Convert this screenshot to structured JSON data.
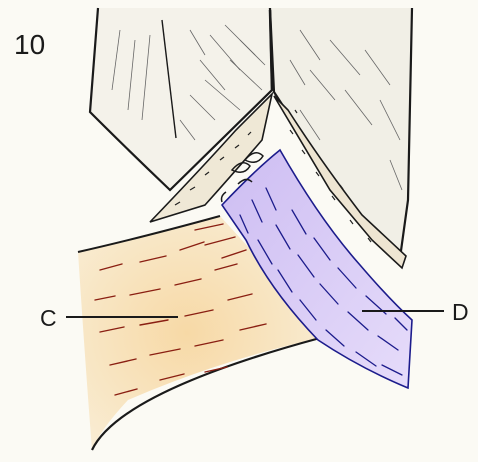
{
  "figure": {
    "number": "10",
    "labels": {
      "c": "C",
      "d": "D"
    }
  },
  "colors": {
    "paper": "#fbfaf4",
    "ink": "#1a1a1a",
    "muscle_fill": "#f6dfb0",
    "muscle_hatch": "#8a1f12",
    "tendon_fill": "#d9cbf4",
    "tendon_hatch": "#1c1c8c"
  }
}
